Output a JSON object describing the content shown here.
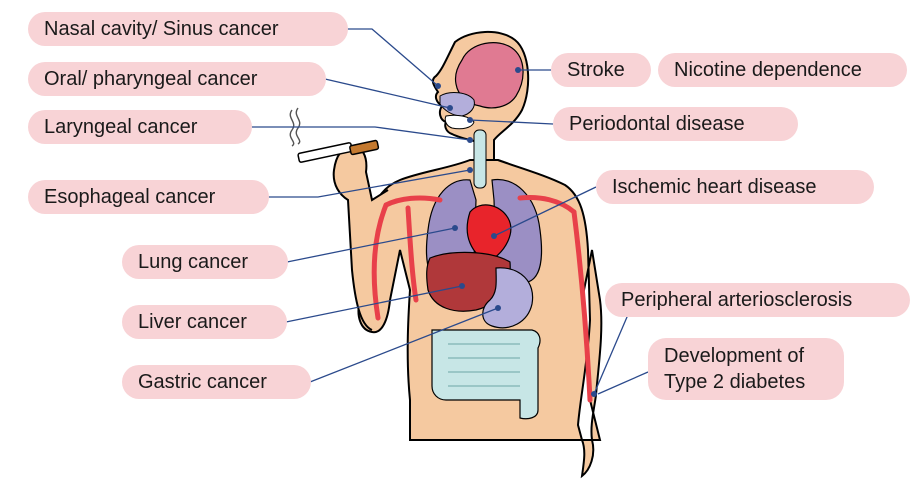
{
  "labels": {
    "nasal": "Nasal cavity/ Sinus cancer",
    "oral": "Oral/ pharyngeal cancer",
    "laryngeal": "Laryngeal cancer",
    "esophageal": "Esophageal cancer",
    "lung": "Lung cancer",
    "liver": "Liver cancer",
    "gastric": "Gastric cancer",
    "stroke": "Stroke",
    "nicotine": "Nicotine dependence",
    "periodontal": "Periodontal disease",
    "ischemic": "Ischemic heart disease",
    "peripheral": "Peripheral arteriosclerosis",
    "diabetes_line1": "Development of",
    "diabetes_line2": "Type 2 diabetes"
  },
  "colors": {
    "label_bg": "#f8d3d6",
    "leader": "#2b4a8c",
    "skin": "#f5c9a0",
    "brain": "#e07a92",
    "lung": "#9b8fc4",
    "heart": "#e8242b",
    "liver": "#b0383a",
    "stomach": "#b3aedb",
    "intestine": "#c7e6e6",
    "artery": "#e8404a"
  }
}
